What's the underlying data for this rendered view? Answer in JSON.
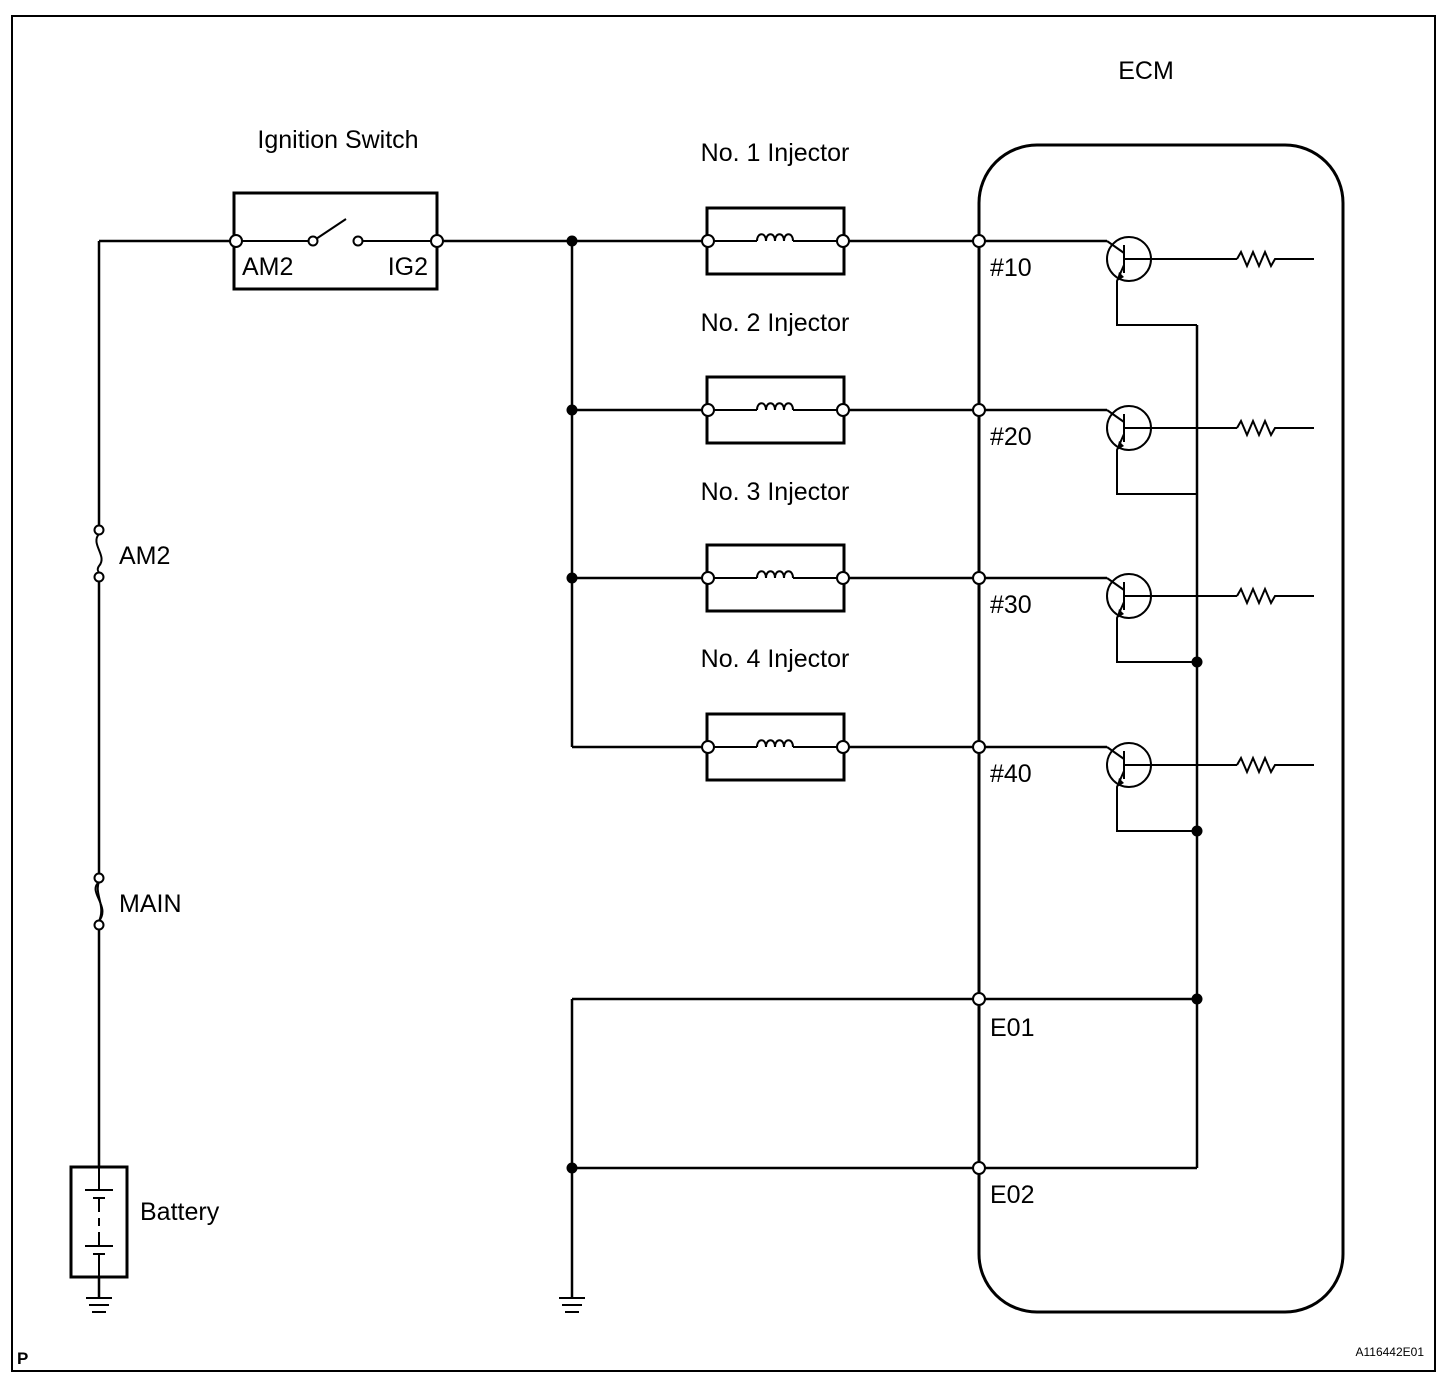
{
  "labels": {
    "ecm": "ECM",
    "ignition_switch": "Ignition Switch",
    "am2_terminal": "AM2",
    "ig2_terminal": "IG2",
    "fuse_am2": "AM2",
    "fuse_main": "MAIN",
    "battery": "Battery",
    "corner_code": "P",
    "figure_id": "A116442E01"
  },
  "injectors": [
    {
      "label": "No. 1 Injector",
      "pin": "#10"
    },
    {
      "label": "No. 2 Injector",
      "pin": "#20"
    },
    {
      "label": "No. 3 Injector",
      "pin": "#30"
    },
    {
      "label": "No. 4 Injector",
      "pin": "#40"
    }
  ],
  "grounds": [
    {
      "pin": "E01"
    },
    {
      "pin": "E02"
    }
  ],
  "icons": {
    "injector": "coil-icon",
    "fuse": "fuse-icon",
    "fusible_link": "fusible-link-icon",
    "battery": "battery-icon",
    "ground": "ground-icon",
    "transistor": "transistor-icon",
    "resistor": "resistor-icon",
    "switch": "switch-icon"
  }
}
